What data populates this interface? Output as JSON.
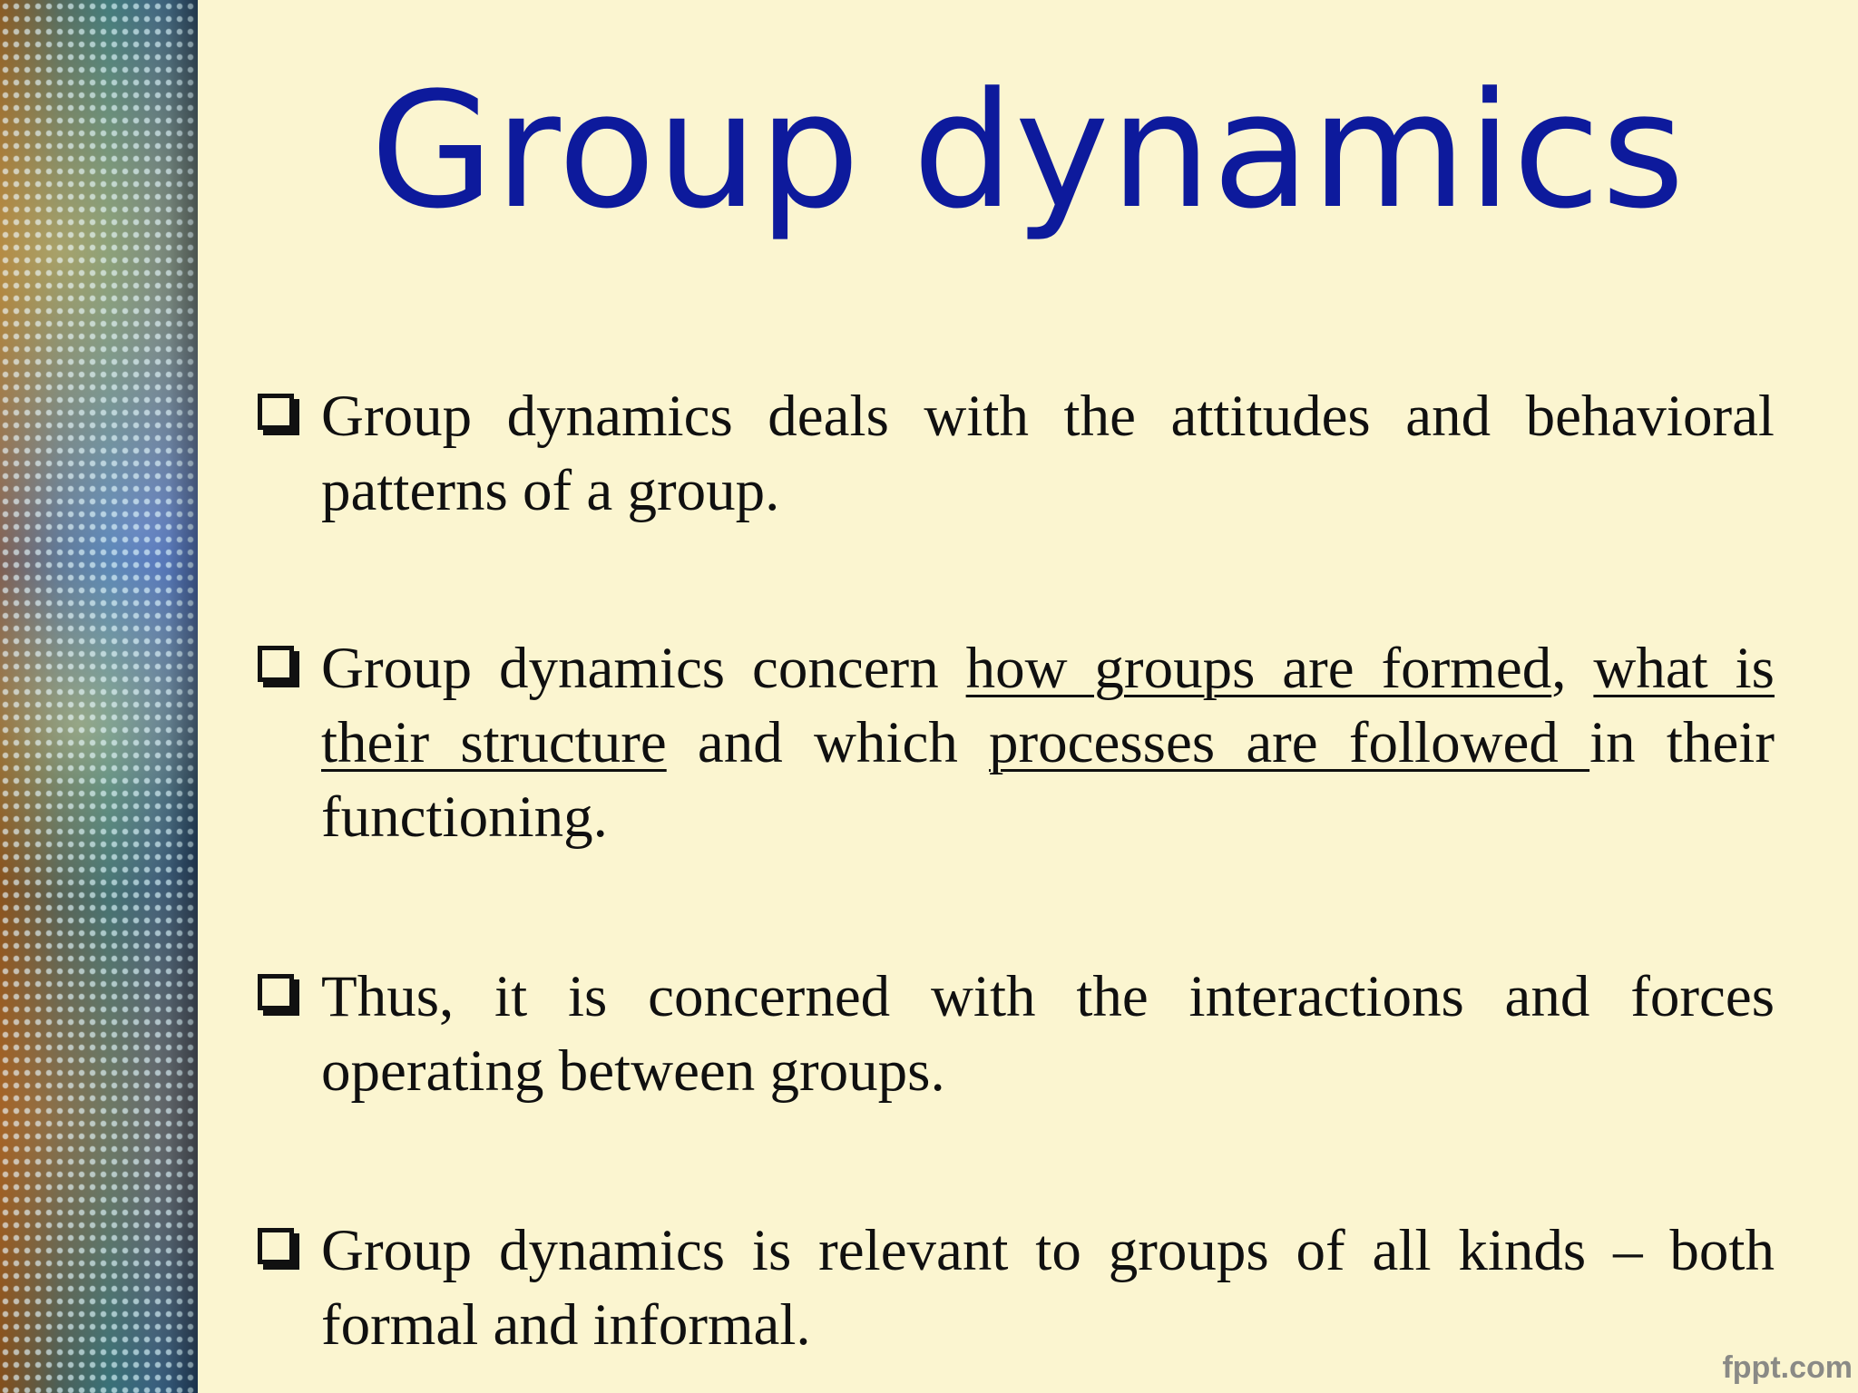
{
  "slide": {
    "title": "Group dynamics",
    "bullets": [
      {
        "text": "Group dynamics deals with the attitudes and behavioral patterns of a group."
      },
      {
        "t1": "Group dynamics concern ",
        "u1": "how groups are formed",
        "t2": ", ",
        "u2": "what is their structure",
        "t3": " and which ",
        "u3": "processes are followed ",
        "t4": "in their functioning."
      },
      {
        "text": "Thus, it is concerned with the interactions and forces operating between groups."
      },
      {
        "text": "Group dynamics is relevant to groups of all kinds – both formal and informal."
      }
    ],
    "bullet_icon": "checkbox-square-icon",
    "watermark": "fppt.com"
  }
}
